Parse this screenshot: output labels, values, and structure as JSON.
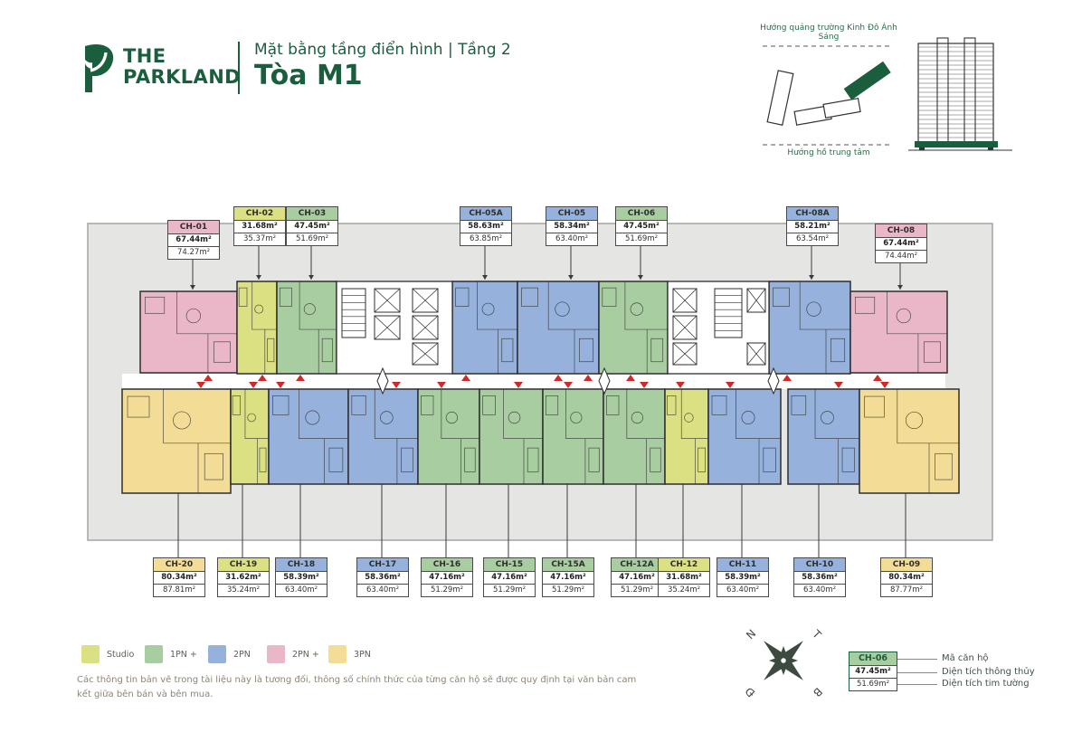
{
  "header": {
    "logo": {
      "line1": "THE",
      "line2": "PARKLAND"
    },
    "subtitle": "Mặt bằng tầng điển hình | Tầng 2",
    "title": "Tòa M1"
  },
  "site_map": {
    "direction_top": "Hướng quảng trường Kinh Đô Ánh Sáng",
    "direction_bottom": "Hướng hồ trung tâm"
  },
  "plan": {
    "top_units": [
      {
        "code": "CH-01",
        "type": "2PN +",
        "area_net": "67.44m²",
        "area_gross": "74.27m²"
      },
      {
        "code": "CH-02",
        "type": "Studio",
        "area_net": "31.68m²",
        "area_gross": "35.37m²"
      },
      {
        "code": "CH-03",
        "type": "1PN +",
        "area_net": "47.45m²",
        "area_gross": "51.69m²"
      },
      {
        "code": "CH-05A",
        "type": "2PN",
        "area_net": "58.63m²",
        "area_gross": "63.85m²"
      },
      {
        "code": "CH-05",
        "type": "2PN",
        "area_net": "58.34m²",
        "area_gross": "63.40m²"
      },
      {
        "code": "CH-06",
        "type": "1PN +",
        "area_net": "47.45m²",
        "area_gross": "51.69m²"
      },
      {
        "code": "CH-08A",
        "type": "2PN",
        "area_net": "58.21m²",
        "area_gross": "63.54m²"
      },
      {
        "code": "CH-08",
        "type": "2PN +",
        "area_net": "67.44m²",
        "area_gross": "74.44m²"
      }
    ],
    "bottom_units": [
      {
        "code": "CH-20",
        "type": "3PN",
        "area_net": "80.34m²",
        "area_gross": "87.81m²"
      },
      {
        "code": "CH-19",
        "type": "Studio",
        "area_net": "31.62m²",
        "area_gross": "35.24m²"
      },
      {
        "code": "CH-18",
        "type": "2PN",
        "area_net": "58.39m²",
        "area_gross": "63.40m²"
      },
      {
        "code": "CH-17",
        "type": "2PN",
        "area_net": "58.36m²",
        "area_gross": "63.40m²"
      },
      {
        "code": "CH-16",
        "type": "1PN +",
        "area_net": "47.16m²",
        "area_gross": "51.29m²"
      },
      {
        "code": "CH-15",
        "type": "1PN +",
        "area_net": "47.16m²",
        "area_gross": "51.29m²"
      },
      {
        "code": "CH-15A",
        "type": "1PN +",
        "area_net": "47.16m²",
        "area_gross": "51.29m²"
      },
      {
        "code": "CH-12A",
        "type": "1PN +",
        "area_net": "47.16m²",
        "area_gross": "51.29m²"
      },
      {
        "code": "CH-12",
        "type": "Studio",
        "area_net": "31.68m²",
        "area_gross": "35.24m²"
      },
      {
        "code": "CH-11",
        "type": "2PN",
        "area_net": "58.39m²",
        "area_gross": "63.40m²"
      },
      {
        "code": "CH-10",
        "type": "2PN",
        "area_net": "58.36m²",
        "area_gross": "63.40m²"
      },
      {
        "code": "CH-09",
        "type": "3PN",
        "area_net": "80.34m²",
        "area_gross": "87.77m²"
      }
    ]
  },
  "legend": {
    "items": [
      {
        "label": "Studio",
        "color": "#dbe083"
      },
      {
        "label": "1PN +",
        "color": "#a8cda1"
      },
      {
        "label": "2PN",
        "color": "#95b1dc"
      },
      {
        "label": "2PN +",
        "color": "#eab7c8"
      },
      {
        "label": "3PN",
        "color": "#f3dc95"
      }
    ]
  },
  "disclaimer": "Các thông tin bản vẽ trong tài liệu này là tương đối, thông số chính thức của từng căn hộ sẽ được quy định tại văn bản cam kết giữa bên bán và bên mua.",
  "compass": {
    "top_left": "N",
    "top_right": "T",
    "bottom_left": "Đ",
    "bottom_right": "B"
  },
  "key_note": {
    "code": "CH-06",
    "area_net": "47.45m²",
    "area_gross": "51.69m²",
    "label_code": "Mã căn hộ",
    "label_net": "Diện tích thông thủy",
    "label_gross": "Diện tích tim tường"
  },
  "colors": {
    "brand": "#1b5e3e",
    "studio": "#dbe083",
    "pn1": "#a8cda1",
    "pn2": "#95b1dc",
    "pn2p": "#eab7c8",
    "pn3": "#f3dc95",
    "arrow": "#cf2a27"
  }
}
